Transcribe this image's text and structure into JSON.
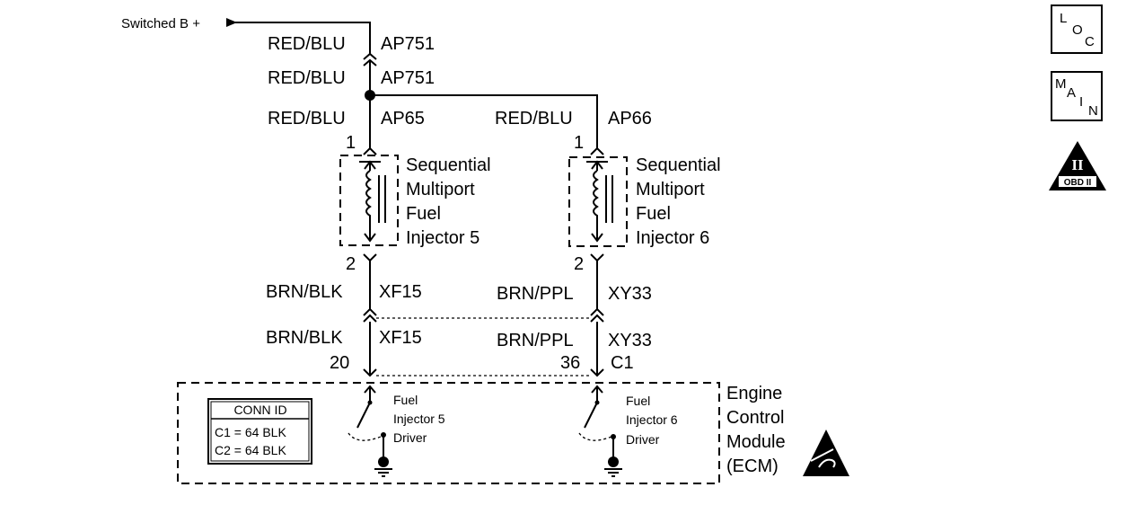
{
  "power": {
    "label": "Switched B +"
  },
  "wires": {
    "top1_color": "RED/BLU",
    "top1_circuit": "AP751",
    "top2_color": "RED/BLU",
    "top2_circuit": "AP751",
    "left_color": "RED/BLU",
    "left_circuit": "AP65",
    "right_color": "RED/BLU",
    "right_circuit": "AP66",
    "left_low1_color": "BRN/BLK",
    "left_low1_circuit": "XF15",
    "left_low2_color": "BRN/BLK",
    "left_low2_circuit": "XF15",
    "right_low1_color": "BRN/PPL",
    "right_low1_circuit": "XY33",
    "right_low2_color": "BRN/PPL",
    "right_low2_circuit": "XY33"
  },
  "pins": {
    "inj5_pin1": "1",
    "inj5_pin2": "2",
    "inj6_pin1": "1",
    "inj6_pin2": "2",
    "ecm_left": "20",
    "ecm_right": "36",
    "ecm_connector": "C1"
  },
  "injector5": {
    "line1": "Sequential",
    "line2": "Multiport",
    "line3": "Fuel",
    "line4": "Injector 5"
  },
  "injector6": {
    "line1": "Sequential",
    "line2": "Multiport",
    "line3": "Fuel",
    "line4": "Injector 6"
  },
  "ecm": {
    "line1": "Engine",
    "line2": "Control",
    "line3": "Module",
    "line4": "(ECM)",
    "driver5": {
      "line1": "Fuel",
      "line2": "Injector 5",
      "line3": "Driver"
    },
    "driver6": {
      "line1": "Fuel",
      "line2": "Injector 6",
      "line3": "Driver"
    },
    "conn_id": {
      "title": "CONN ID",
      "c1": "C1 = 64 BLK",
      "c2": "C2 = 64 BLK"
    }
  },
  "nav": {
    "loc": [
      "L",
      "O",
      "C"
    ],
    "main": [
      "M",
      "A",
      "I",
      "N"
    ],
    "obd": {
      "numeral": "II",
      "label": "OBD II"
    }
  },
  "icons": {
    "esd": "esd-warning-icon",
    "ground": "ground-icon"
  }
}
